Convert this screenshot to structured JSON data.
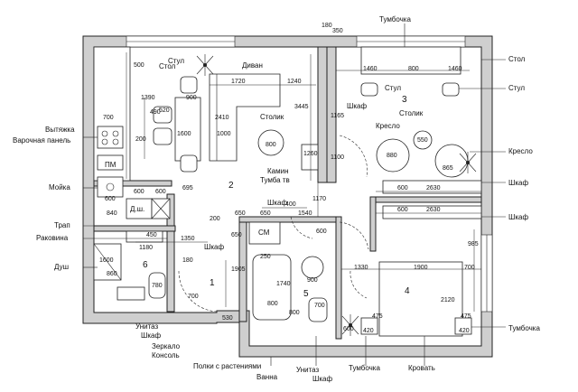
{
  "rooms": [
    "1",
    "2",
    "3",
    "4",
    "5",
    "6"
  ],
  "labels": {
    "tumbochka_top": "Тумбочка",
    "stul_right1": "Стол",
    "stul_right2": "Стул",
    "stul_right3": "Стул",
    "kreslo_right": "Кресло",
    "shkaf_right1": "Шкаф",
    "shkaf_right2": "Шкаф",
    "tumbochka_right": "Тумбочка",
    "vytyazhka": "Вытяжка",
    "varochnaya": "Варочная панель",
    "moyka": "Мойка",
    "trap": "Трап",
    "rakovina": "Раковина",
    "dush": "Душ",
    "unitaz_left": "Унитаз",
    "shkaf_left": "Шкаф",
    "zerkalo": "Зеркало",
    "konsol": "Консоль",
    "polki": "Полки с растениями",
    "vanna": "Ванна",
    "unitaz_bottom": "Унитаз",
    "shkaf_bottom": "Шкаф",
    "tumbochka_bottom": "Тумбочка",
    "krovat": "Кровать",
    "stul_top": "Стул",
    "stol_top": "Стол",
    "divan": "Диван",
    "stolik1": "Столик",
    "stolik2": "Столик",
    "kreslo_in": "Кресло",
    "kamin": "Камин",
    "tumba": "Тумба тв",
    "shkaf_in1": "Шкаф",
    "shkaf_in2": "Шкаф",
    "shkaf_in3": "Шкаф",
    "pm": "ПМ",
    "dsh": "Д.ш.",
    "sm": "СМ"
  },
  "dims": {
    "d180": "180",
    "d350": "350",
    "d800a": "800",
    "d1460a": "1460",
    "d1460b": "1460",
    "d1720": "1720",
    "d1240": "1240",
    "d1390": "1390",
    "d900": "900",
    "d700a": "700",
    "d490": "490",
    "d520": "520",
    "d200a": "200",
    "d1600a": "1600",
    "d2410": "2410",
    "d3445": "3445",
    "d1165": "1165",
    "d1260": "1260",
    "d1100": "1100",
    "d800b": "800",
    "d880": "880",
    "d550": "550",
    "d865": "865",
    "d695": "695",
    "d600a": "600",
    "d600b": "600",
    "d2630a": "2630",
    "d2630b": "2630",
    "d840": "840",
    "d1170": "1170",
    "d650a": "650",
    "d650b": "650",
    "d1540": "1540",
    "d200b": "200",
    "d650c": "650",
    "d1350": "1350",
    "d1180": "1180",
    "d450": "450",
    "d600c": "600",
    "d600d": "600",
    "d985": "985",
    "d1330": "1330",
    "d1900": "1900",
    "d700b": "700",
    "d1600b": "1600",
    "d860": "860",
    "d180b": "180",
    "d780": "780",
    "d700c": "700",
    "d1905": "1905",
    "d250": "250",
    "d1740": "1740",
    "d900b": "900",
    "d800c": "800",
    "d800d": "800",
    "d700d": "700",
    "d2120": "2120",
    "d475a": "475",
    "d475b": "475",
    "d420a": "420",
    "d420b": "420",
    "d500": "500",
    "d530": "530",
    "d400": "400",
    "d600e": "600",
    "d600f": "600",
    "d600g": "600",
    "d1000": "1000"
  }
}
